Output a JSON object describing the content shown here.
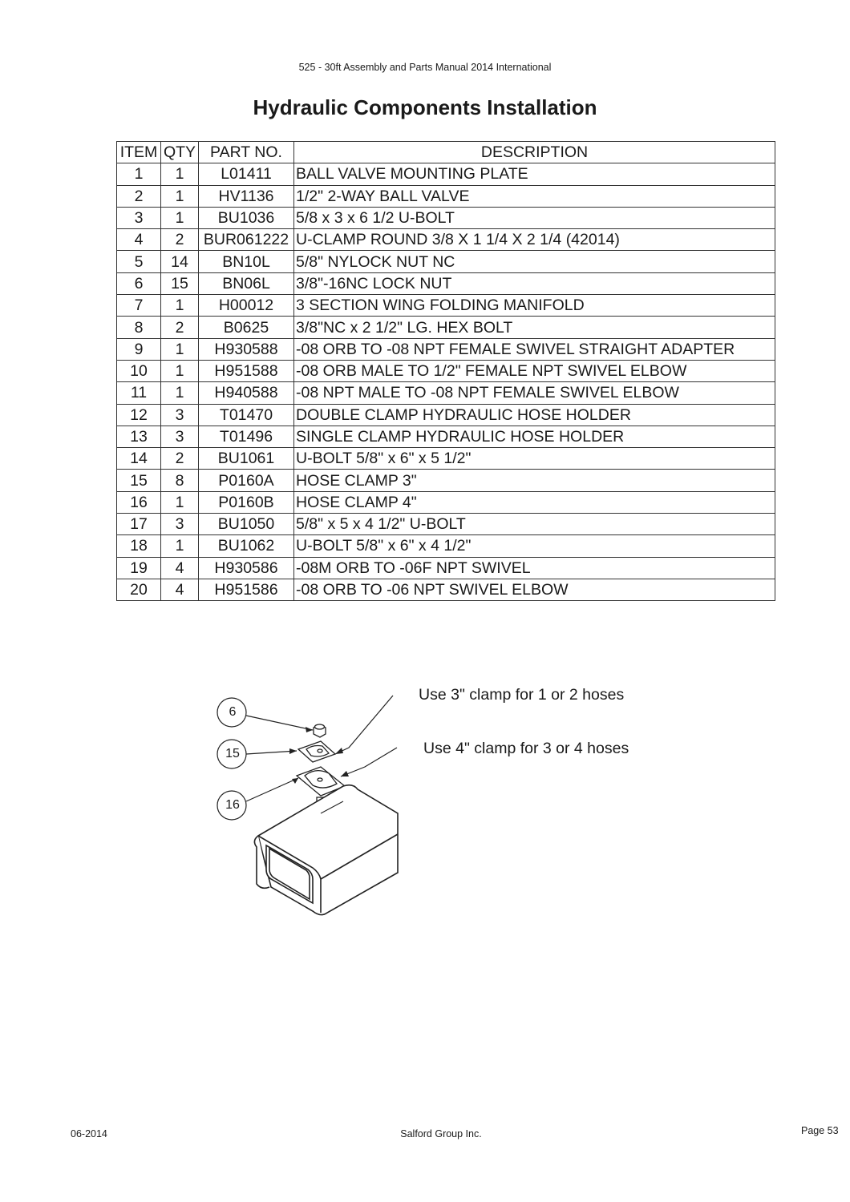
{
  "header": "525 - 30ft Assembly and Parts Manual 2014 International",
  "title": "Hydraulic Components Installation",
  "table": {
    "columns": [
      "ITEM",
      "QTY",
      "PART NO.",
      "DESCRIPTION"
    ],
    "rows": [
      [
        "1",
        "1",
        "L01411",
        "BALL VALVE MOUNTING PLATE"
      ],
      [
        "2",
        "1",
        "HV1136",
        "1/2\" 2-WAY BALL VALVE"
      ],
      [
        "3",
        "1",
        "BU1036",
        "5/8 x 3 x 6 1/2 U-BOLT"
      ],
      [
        "4",
        "2",
        "BUR061222",
        "U-CLAMP ROUND 3/8 X 1 1/4 X 2 1/4 (42014)"
      ],
      [
        "5",
        "14",
        "BN10L",
        "5/8\" NYLOCK NUT NC"
      ],
      [
        "6",
        "15",
        "BN06L",
        "3/8\"-16NC LOCK NUT"
      ],
      [
        "7",
        "1",
        "H00012",
        "3 SECTION WING FOLDING MANIFOLD"
      ],
      [
        "8",
        "2",
        "B0625",
        "3/8\"NC x 2 1/2\" LG. HEX BOLT"
      ],
      [
        "9",
        "1",
        "H930588",
        "-08 ORB TO -08 NPT FEMALE SWIVEL STRAIGHT ADAPTER"
      ],
      [
        "10",
        "1",
        "H951588",
        "-08 ORB MALE TO 1/2\" FEMALE NPT SWIVEL ELBOW"
      ],
      [
        "11",
        "1",
        "H940588",
        "-08 NPT MALE TO -08 NPT FEMALE SWIVEL ELBOW"
      ],
      [
        "12",
        "3",
        "T01470",
        "DOUBLE CLAMP HYDRAULIC HOSE HOLDER"
      ],
      [
        "13",
        "3",
        "T01496",
        "SINGLE CLAMP HYDRAULIC HOSE HOLDER"
      ],
      [
        "14",
        "2",
        "BU1061",
        "U-BOLT 5/8\" x 6\" x 5 1/2\""
      ],
      [
        "15",
        "8",
        "P0160A",
        "HOSE CLAMP 3\""
      ],
      [
        "16",
        "1",
        "P0160B",
        "HOSE CLAMP 4\""
      ],
      [
        "17",
        "3",
        "BU1050",
        "5/8\" x 5 x 4 1/2\" U-BOLT"
      ],
      [
        "18",
        "1",
        "BU1062",
        "U-BOLT 5/8\" x 6\" x 4 1/2\""
      ],
      [
        "19",
        "4",
        "H930586",
        "-08M ORB TO -06F NPT SWIVEL"
      ],
      [
        "20",
        "4",
        "H951586",
        "-08 ORB TO -06 NPT SWIVEL ELBOW"
      ]
    ]
  },
  "diagram": {
    "balloons": [
      "6",
      "15",
      "16"
    ],
    "callout_3in": "Use 3\" clamp for 1 or 2 hoses",
    "callout_4in": "Use 4\" clamp for 3 or 4 hoses"
  },
  "footer": {
    "date": "06-2014",
    "company": "Salford Group Inc.",
    "page": "Page 53"
  }
}
